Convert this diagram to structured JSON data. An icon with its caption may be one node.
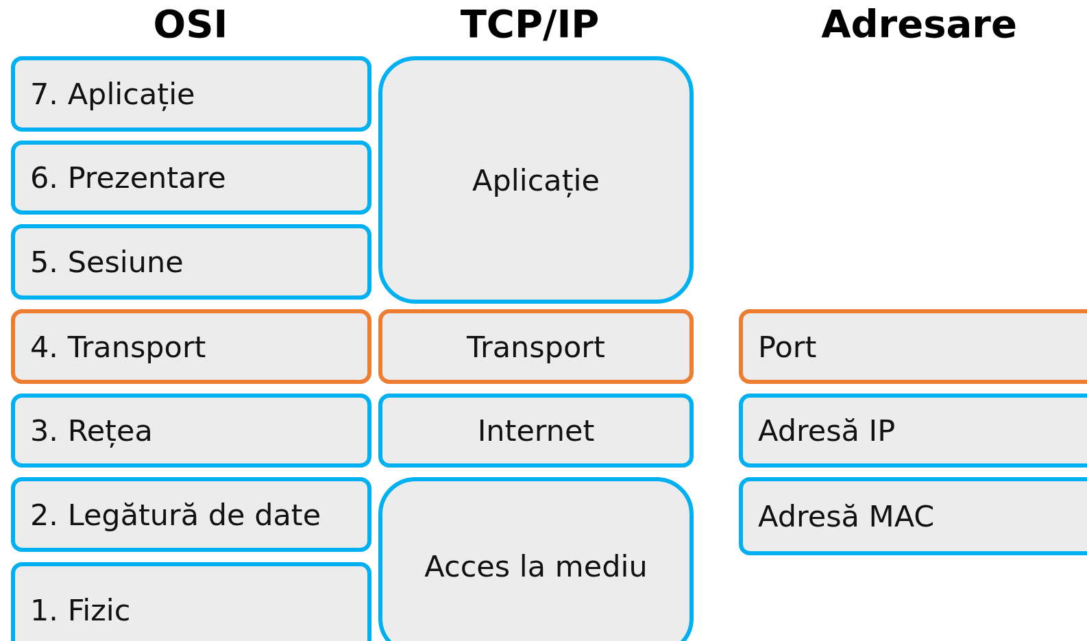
{
  "diagram": {
    "nodes": [
      {
        "text": [
          "7. Aplicație"
        ]
      },
      {
        "text": [
          "6. Prezentare"
        ]
      },
      {
        "text": [
          "5. Sesiune"
        ]
      },
      {
        "text": [
          "4. Transport"
        ]
      },
      {
        "text": [
          "3. Rețea"
        ]
      },
      {
        "text": [
          "2. Legătură de date"
        ]
      },
      {
        "text": [
          "1. Fizic"
        ]
      },
      {
        "text": [
          "Aplicație"
        ]
      },
      {
        "text": [
          "Transport"
        ]
      },
      {
        "text": [
          "Internet"
        ]
      },
      {
        "text": [
          "Acces la mediu"
        ]
      },
      {
        "text": [
          "Port"
        ]
      },
      {
        "text": [
          "Adresă IP"
        ]
      },
      {
        "text": [
          "Adresă MAC"
        ]
      }
    ],
    "edges": [],
    "labels": [
      "OSI",
      "TCP/IP",
      "Adresare"
    ]
  }
}
